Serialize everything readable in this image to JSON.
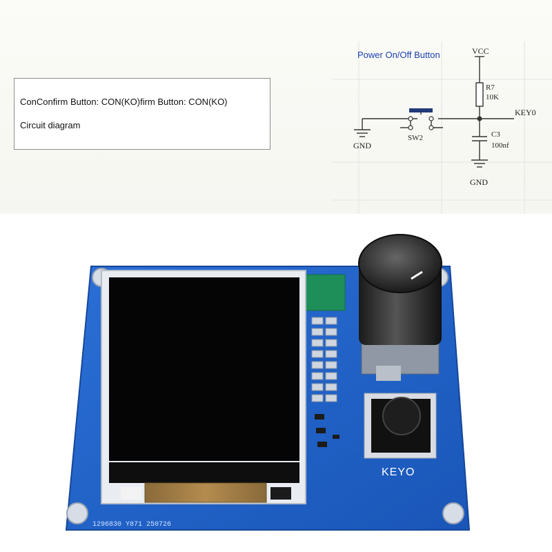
{
  "caption": {
    "line1": "ConConfirm Button: CON(KO)firm Button: CON(KO)",
    "line2": "Circuit diagram"
  },
  "schematic": {
    "title": "Power On/Off Button",
    "vcc": "VCC",
    "resistor_ref": "R7",
    "resistor_value": "10K",
    "net_label": "KEY0",
    "switch_ref": "SW2",
    "capacitor_ref": "C3",
    "capacitor_value": "100nf",
    "gnd_left": "GND",
    "gnd_right": "GND",
    "title_color": "#1a3fb0",
    "wire_color": "#333333"
  },
  "board": {
    "button_label": "KEYO",
    "silkscreen_code": "1296830 Y871 250726",
    "pcb_color": "#1e5fc7",
    "screen_color": "#050505"
  }
}
